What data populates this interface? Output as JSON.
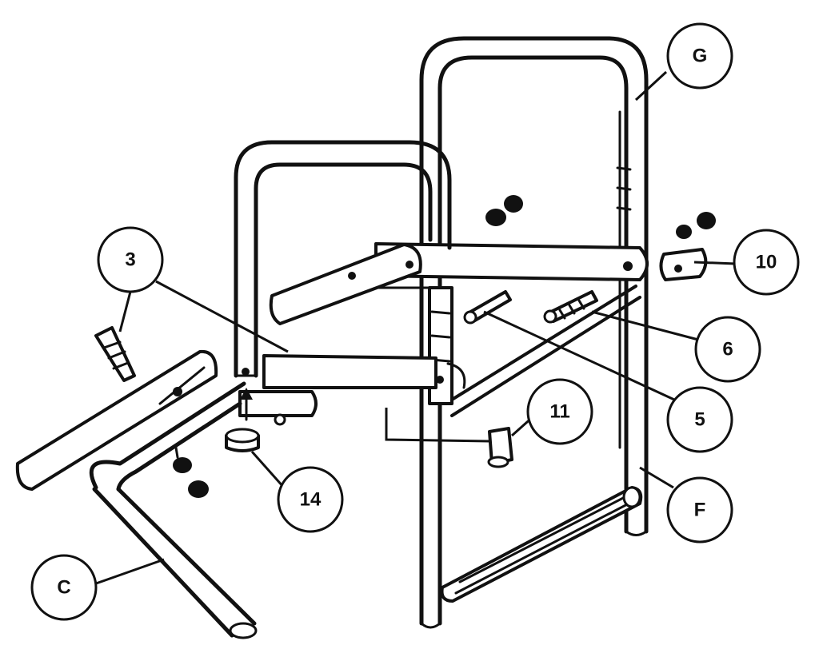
{
  "callouts": {
    "G": "G",
    "3": "3",
    "10": "10",
    "6": "6",
    "11": "11",
    "5": "5",
    "14": "14",
    "F": "F",
    "C": "C"
  }
}
